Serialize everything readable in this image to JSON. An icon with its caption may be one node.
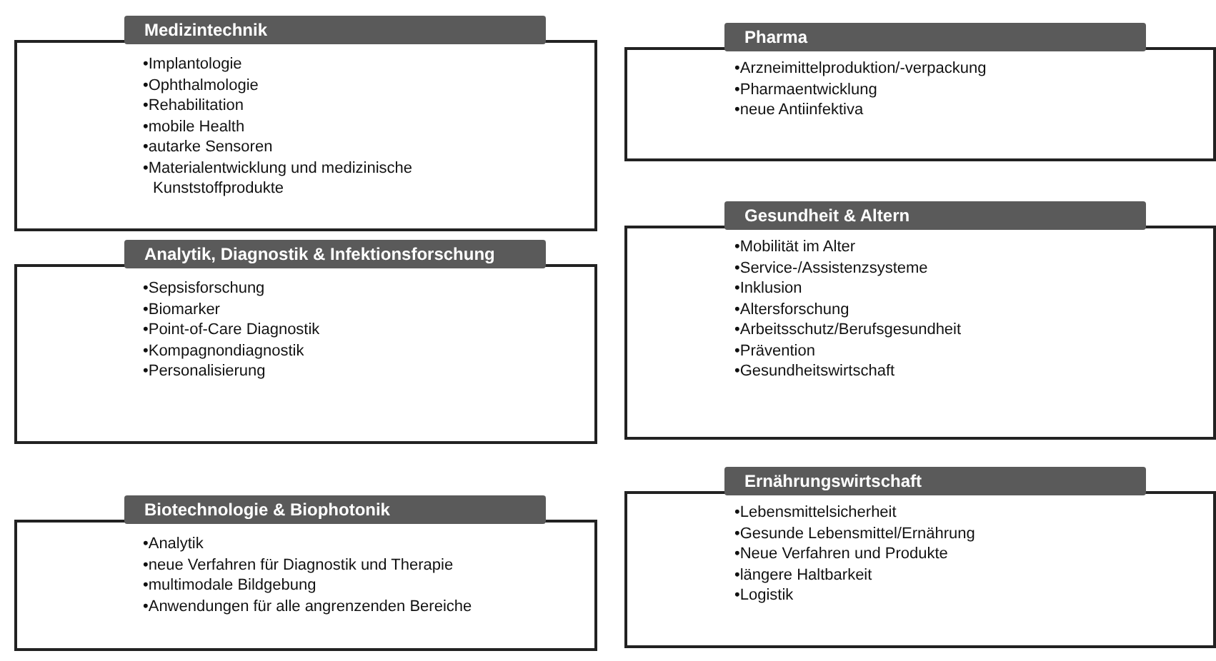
{
  "diagram": {
    "nodes": [
      {
        "text": [
          "Medizintechnik",
          "•Implantologie",
          "•Ophthalmologie",
          "•Rehabilitation",
          "•mobile Health",
          "•autarke Sensoren",
          "•Materialentwicklung und medizinische Kunststoffprodukte"
        ]
      },
      {
        "text": [
          "Analytik, Diagnostik & Infektionsforschung",
          "•Sepsisforschung",
          "•Biomarker",
          "•Point-of-Care Diagnostik",
          "•Kompagnondiagnostik",
          "•Personalisierung"
        ]
      },
      {
        "text": [
          "Biotechnologie & Biophotonik",
          "•Analytik",
          "•neue Verfahren für Diagnostik und Therapie",
          "•multimodale Bildgebung",
          "•Anwendungen für alle angrenzenden Bereiche"
        ]
      },
      {
        "text": [
          "Pharma",
          "•Arzneimittelproduktion/-verpackung",
          "•Pharmaentwicklung",
          "•neue Antiinfektiva"
        ]
      },
      {
        "text": [
          "Gesundheit & Altern",
          "•Mobilität im Alter",
          "•Service-/Assistenzsysteme",
          "•Inklusion",
          "•Altersforschung",
          "•Arbeitsschutz/Berufsgesundheit",
          "•Prävention",
          "•Gesundheitswirtschaft"
        ]
      },
      {
        "text": [
          "Ernährungswirtschaft",
          "•Lebensmittelsicherheit",
          "•Gesunde Lebensmittel/Ernährung",
          "•Neue Verfahren und Produkte",
          "•längere Haltbarkeit",
          "•Logistik"
        ]
      }
    ]
  }
}
